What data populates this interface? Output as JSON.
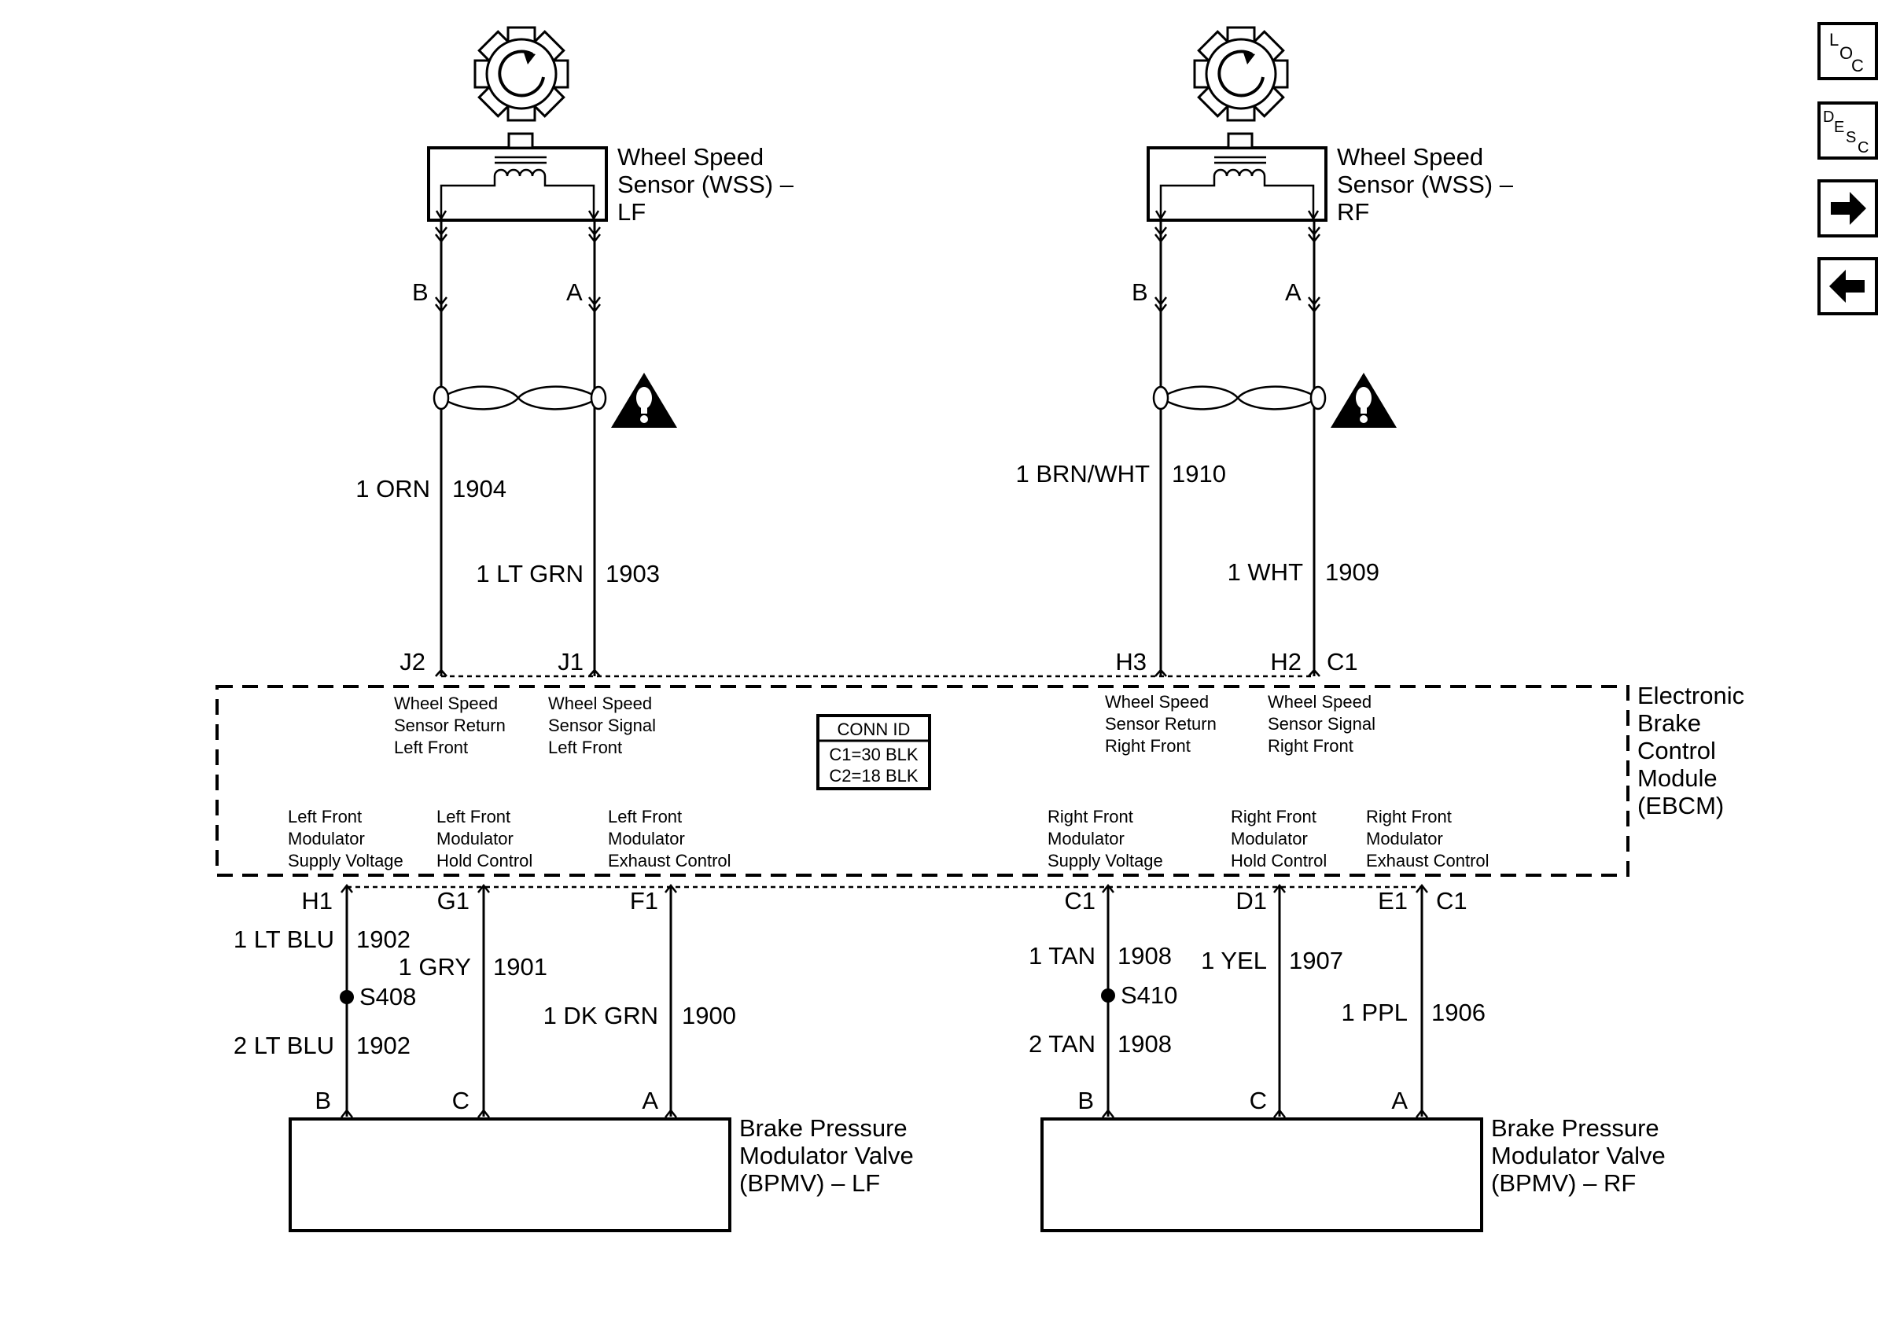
{
  "sensors": {
    "lf": {
      "name_lines": [
        "Wheel Speed",
        "Sensor (WSS) –",
        "LF"
      ]
    },
    "rf": {
      "name_lines": [
        "Wheel Speed",
        "Sensor (WSS) –",
        "RF"
      ]
    }
  },
  "module": {
    "name_lines": [
      "Electronic",
      "Brake",
      "Control",
      "Module",
      "(EBCM)"
    ],
    "conn_id": {
      "title": "CONN ID",
      "c1": "C1=30 BLK",
      "c2": "C2=18 BLK"
    },
    "top_labels": {
      "lf_return": [
        "Wheel Speed",
        "Sensor Return",
        "Left Front"
      ],
      "lf_signal": [
        "Wheel Speed",
        "Sensor Signal",
        "Left Front"
      ],
      "rf_return": [
        "Wheel Speed",
        "Sensor Return",
        "Right Front"
      ],
      "rf_signal": [
        "Wheel Speed",
        "Sensor Signal",
        "Right Front"
      ]
    },
    "bottom_labels": {
      "lf_supply": [
        "Left Front",
        "Modulator",
        "Supply Voltage"
      ],
      "lf_hold": [
        "Left Front",
        "Modulator",
        "Hold Control"
      ],
      "lf_exhaust": [
        "Left Front",
        "Modulator",
        "Exhaust Control"
      ],
      "rf_supply": [
        "Right Front",
        "Modulator",
        "Supply Voltage"
      ],
      "rf_hold": [
        "Right Front",
        "Modulator",
        "Hold Control"
      ],
      "rf_exhaust": [
        "Right Front",
        "Modulator",
        "Exhaust Control"
      ]
    }
  },
  "wires_top": [
    {
      "id": "lf_return",
      "sensor_pin": "B",
      "ebcm_pin": "J2",
      "color": "1 ORN",
      "circuit": "1904"
    },
    {
      "id": "lf_signal",
      "sensor_pin": "A",
      "ebcm_pin": "J1",
      "color": "1 LT GRN",
      "circuit": "1903"
    },
    {
      "id": "rf_return",
      "sensor_pin": "B",
      "ebcm_pin": "H3",
      "color": "1 BRN/WHT",
      "circuit": "1910"
    },
    {
      "id": "rf_signal",
      "sensor_pin": "A",
      "ebcm_pin": "H2",
      "color": "1 WHT",
      "circuit": "1909"
    }
  ],
  "top_connector_label": "C1",
  "wires_bottom": [
    {
      "id": "lf_supply",
      "ebcm_pin": "H1",
      "valve_pin": "B",
      "color": "1 LT BLU",
      "circuit": "1902",
      "splice": "S408",
      "color2": "2 LT BLU",
      "circuit2": "1902"
    },
    {
      "id": "lf_hold",
      "ebcm_pin": "G1",
      "valve_pin": "C",
      "color": "1 GRY",
      "circuit": "1901"
    },
    {
      "id": "lf_exhaust",
      "ebcm_pin": "F1",
      "valve_pin": "A",
      "color": "1 DK GRN",
      "circuit": "1900"
    },
    {
      "id": "rf_supply",
      "ebcm_pin": "C1",
      "valve_pin": "B",
      "color": "1 TAN",
      "circuit": "1908",
      "splice": "S410",
      "color2": "2 TAN",
      "circuit2": "1908"
    },
    {
      "id": "rf_hold",
      "ebcm_pin": "D1",
      "valve_pin": "C",
      "color": "1 YEL",
      "circuit": "1907"
    },
    {
      "id": "rf_exhaust",
      "ebcm_pin": "E1",
      "valve_pin": "A",
      "color": "1 PPL",
      "circuit": "1906"
    }
  ],
  "bottom_connector_label": "C1",
  "valves": {
    "lf": {
      "name_lines": [
        "Brake Pressure",
        "Modulator Valve",
        "(BPMV) – LF"
      ]
    },
    "rf": {
      "name_lines": [
        "Brake Pressure",
        "Modulator Valve",
        "(BPMV) – RF"
      ]
    }
  },
  "nav": {
    "loc": {
      "letters": [
        "L",
        "O",
        "C"
      ],
      "icon": "location-icon"
    },
    "desc": {
      "letters": [
        "D",
        "E",
        "S",
        "C"
      ],
      "icon": "description-icon"
    },
    "next": {
      "icon": "arrow-right-icon"
    },
    "prev": {
      "icon": "arrow-left-icon"
    }
  }
}
